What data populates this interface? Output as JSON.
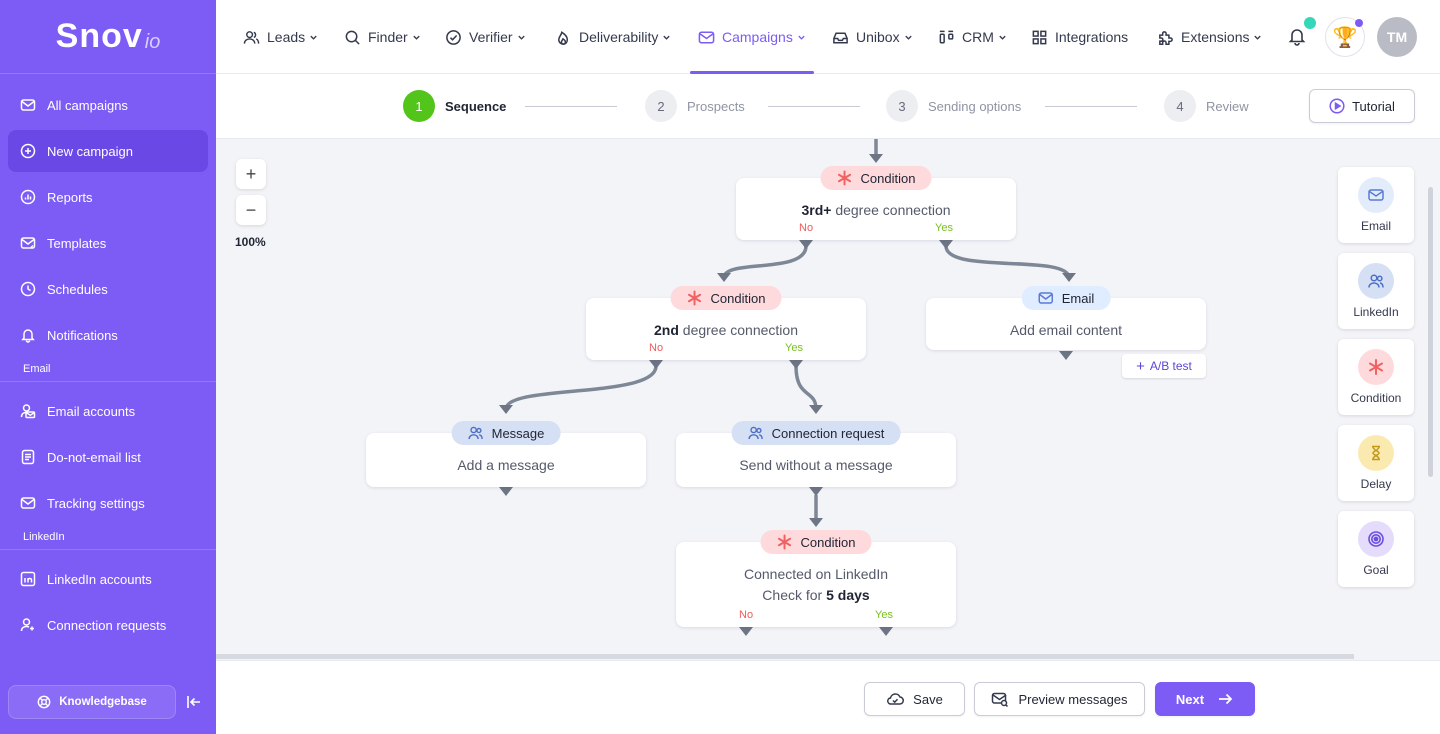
{
  "brand": {
    "main": "Snov",
    "sub": "io"
  },
  "sidebar": {
    "items": [
      {
        "label": "All campaigns",
        "icon": "mail-icon"
      },
      {
        "label": "New campaign",
        "icon": "plus-circle-icon",
        "active": true
      },
      {
        "label": "Reports",
        "icon": "chart-circle-icon"
      },
      {
        "label": "Templates",
        "icon": "template-icon"
      },
      {
        "label": "Schedules",
        "icon": "clock-icon"
      },
      {
        "label": "Notifications",
        "icon": "bell-icon"
      }
    ],
    "section_email": "Email",
    "email_items": [
      {
        "label": "Email accounts",
        "icon": "user-mail-icon"
      },
      {
        "label": "Do-not-email list",
        "icon": "document-icon"
      },
      {
        "label": "Tracking settings",
        "icon": "mail-settings-icon"
      }
    ],
    "section_linkedin": "LinkedIn",
    "linkedin_items": [
      {
        "label": "LinkedIn accounts",
        "icon": "linkedin-icon"
      },
      {
        "label": "Connection requests",
        "icon": "user-plus-icon"
      }
    ],
    "knowledgebase": "Knowledgebase"
  },
  "nav": {
    "leads": "Leads",
    "finder": "Finder",
    "verifier": "Verifier",
    "deliverability": "Deliverability",
    "campaigns": "Campaigns",
    "unibox": "Unibox",
    "crm": "CRM",
    "integrations": "Integrations",
    "extensions": "Extensions",
    "avatar": "TM"
  },
  "stepper": {
    "steps": [
      {
        "num": "1",
        "label": "Sequence"
      },
      {
        "num": "2",
        "label": "Prospects"
      },
      {
        "num": "3",
        "label": "Sending options"
      },
      {
        "num": "4",
        "label": "Review"
      }
    ],
    "tutorial": "Tutorial"
  },
  "canvas": {
    "zoom": "100%",
    "no": "No",
    "yes": "Yes",
    "nodes": {
      "cond1": {
        "badge": "Condition",
        "bold": "3rd+",
        "text": " degree connection"
      },
      "cond2": {
        "badge": "Condition",
        "bold": "2nd",
        "text": " degree connection"
      },
      "email": {
        "badge": "Email",
        "text": "Add email content"
      },
      "message": {
        "badge": "Message",
        "text": "Add a message"
      },
      "connreq": {
        "badge": "Connection request",
        "text": "Send without a message"
      },
      "cond3": {
        "badge": "Condition",
        "line1": "Connected on LinkedIn",
        "line2_pre": "Check for ",
        "line2_bold": "5 days"
      }
    },
    "ab_test": "A/B test"
  },
  "palette": [
    {
      "label": "Email",
      "color": "#e3ecfb"
    },
    {
      "label": "LinkedIn",
      "color": "#d5e0f5"
    },
    {
      "label": "Condition",
      "color": "#ffdadd"
    },
    {
      "label": "Delay",
      "color": "#fbeab0"
    },
    {
      "label": "Goal",
      "color": "#e4dcfa"
    }
  ],
  "footer": {
    "save": "Save",
    "preview": "Preview messages",
    "next": "Next"
  },
  "colors": {
    "accent": "#7c5cf5",
    "success": "#52c41a",
    "no": "#f05a5a",
    "yes": "#7bbf1f"
  }
}
